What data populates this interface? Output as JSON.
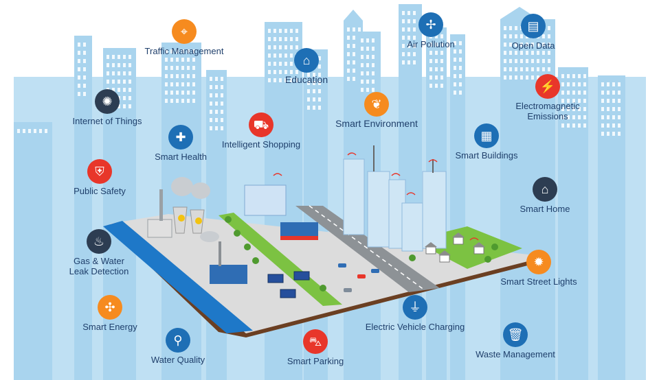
{
  "colors": {
    "sky": "#bfe0f3",
    "building": "#a9d4ee",
    "window": "#ffffff",
    "river": "#1e78c8",
    "ground": "#dcdcdc",
    "edge": "#6b3f22",
    "road": "#8d9296",
    "park": "#7cc242",
    "tower": "#cfe6f5",
    "label": "#1f3f6b"
  },
  "features": [
    {
      "key": "traffic-management",
      "label": "Traffic Management",
      "icon": "cctv-camera-icon",
      "glyph": "⌖",
      "color": "#f68b1f"
    },
    {
      "key": "education",
      "label": "Education",
      "icon": "graduation-cap-icon",
      "glyph": "⌂",
      "color": "#1e6fb5"
    },
    {
      "key": "air-pollution",
      "label": "Air Pollution",
      "icon": "fan-icon",
      "glyph": "✢",
      "color": "#1e6fb5"
    },
    {
      "key": "open-data",
      "label": "Open Data",
      "icon": "folder-icon",
      "glyph": "▤",
      "color": "#1e6fb5"
    },
    {
      "key": "internet-of-things",
      "label": "Internet of Things",
      "icon": "network-hub-icon",
      "glyph": "✺",
      "color": "#2d3d52"
    },
    {
      "key": "smart-health",
      "label": "Smart Health",
      "icon": "first-aid-kit-icon",
      "glyph": "✚",
      "color": "#1e6fb5"
    },
    {
      "key": "intelligent-shopping",
      "label": "Intelligent Shopping",
      "icon": "shopping-cart-icon",
      "glyph": "⛟",
      "color": "#e8362a"
    },
    {
      "key": "smart-environment",
      "label": "Smart Environment",
      "icon": "leaf-icon",
      "glyph": "❦",
      "color": "#f68b1f"
    },
    {
      "key": "electromagnetic-emissions",
      "label": "Electromagnetic\nEmissions",
      "icon": "transmission-tower-icon",
      "glyph": "⚡",
      "color": "#e8362a"
    },
    {
      "key": "smart-buildings",
      "label": "Smart Buildings",
      "icon": "building-icon",
      "glyph": "▦",
      "color": "#1e6fb5"
    },
    {
      "key": "public-safety",
      "label": "Public Safety",
      "icon": "shield-icon",
      "glyph": "⛨",
      "color": "#e8362a"
    },
    {
      "key": "smart-home",
      "label": "Smart Home",
      "icon": "house-icon",
      "glyph": "⌂",
      "color": "#2d3d52"
    },
    {
      "key": "gas-water-leak-detection",
      "label": "Gas & Water\nLeak Detection",
      "icon": "flame-drop-icon",
      "glyph": "♨",
      "color": "#2d3d52"
    },
    {
      "key": "smart-street-lights",
      "label": "Smart Street Lights",
      "icon": "light-bulb-icon",
      "glyph": "✹",
      "color": "#f68b1f"
    },
    {
      "key": "smart-energy",
      "label": "Smart Energy",
      "icon": "wind-turbine-icon",
      "glyph": "✣",
      "color": "#f68b1f"
    },
    {
      "key": "water-quality",
      "label": "Water Quality",
      "icon": "water-tap-icon",
      "glyph": "⚲",
      "color": "#1e6fb5"
    },
    {
      "key": "smart-parking",
      "label": "Smart Parking",
      "icon": "car-icon",
      "glyph": "⛍",
      "color": "#e8362a"
    },
    {
      "key": "electric-vehicle-charging",
      "label": "Electric Vehicle Charging",
      "icon": "plug-icon",
      "glyph": "⏚",
      "color": "#1e6fb5"
    },
    {
      "key": "waste-management",
      "label": "Waste Management",
      "icon": "trash-bin-icon",
      "glyph": "🗑",
      "color": "#1e6fb5"
    }
  ]
}
